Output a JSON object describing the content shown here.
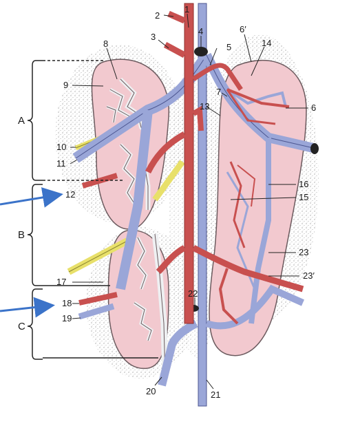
{
  "figure": {
    "section_labels": {
      "a": "A",
      "b": "B",
      "c": "C"
    },
    "number_labels": {
      "l1": "1",
      "l2": "2",
      "l3": "3",
      "l4": "4",
      "l5": "5",
      "l6prime": "6′",
      "l8": "8",
      "l14": "14",
      "l9": "9",
      "l7": "7",
      "l13": "13",
      "l6": "6",
      "l10": "10",
      "l11": "11",
      "l12": "12",
      "l16": "16",
      "l15": "15",
      "l23": "23",
      "l17": "17",
      "l23prime": "23′",
      "l22": "22",
      "l18": "18",
      "l19": "19",
      "l20": "20",
      "l21": "21"
    },
    "colors": {
      "kidney_fill": "#f2c9cf",
      "kidney_stroke": "#6b5a5e",
      "artery": "#c8504f",
      "artery_dark": "#8e2f2e",
      "vein": "#9aa6d8",
      "vein_dark": "#4d5791",
      "pelvis_white": "#eef0f2",
      "nerve_yellow": "#e8e06a",
      "pointer_arrow": "#3b73c9"
    },
    "icons": {
      "arrow": "pointer-arrow-icon"
    }
  }
}
